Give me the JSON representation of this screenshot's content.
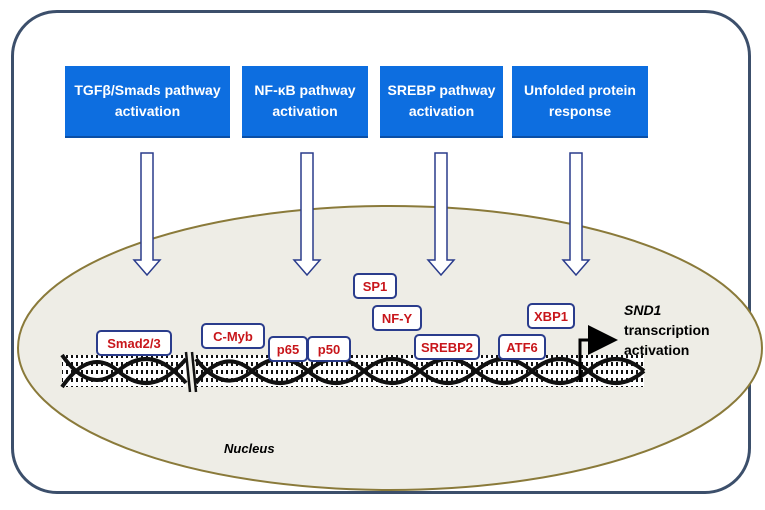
{
  "pathways": [
    {
      "label": "TGFβ/Smads pathway activation"
    },
    {
      "label": "NF-κB pathway activation"
    },
    {
      "label": "SREBP pathway activation"
    },
    {
      "label": "Unfolded protein response"
    }
  ],
  "factors": {
    "smad": "Smad2/3",
    "cmyb": "C-Myb",
    "p65": "p65",
    "p50": "p50",
    "sp1": "SP1",
    "nfy": "NF-Y",
    "srebp2": "SREBP2",
    "atf6": "ATF6",
    "xbp1": "XBP1"
  },
  "gene": {
    "name": "SND1",
    "line1": "transcription",
    "line2": "activation"
  },
  "compartment": "Nucleus",
  "colors": {
    "box": "#0d6ee0",
    "factor_text": "#c8161b",
    "factor_border": "#2a3c8c",
    "arrow_stroke": "#2a3c8c",
    "nucleus_fill": "#eeede6",
    "nucleus_border": "#8a7a3a",
    "frame": "#3c4f6b"
  }
}
